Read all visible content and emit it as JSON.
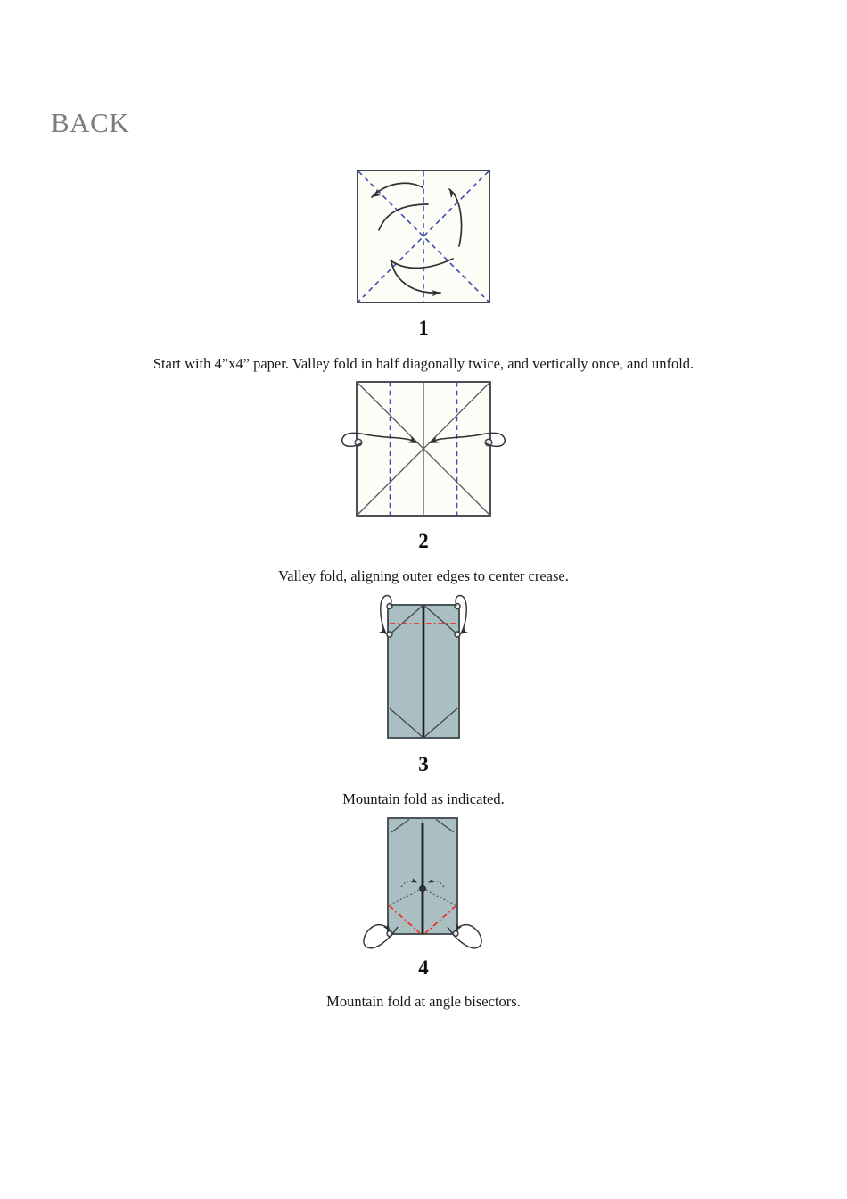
{
  "page": {
    "back_label": "BACK"
  },
  "colors": {
    "page-bg": "#ffffff",
    "paper": "#aabfc1",
    "paper-edge": "#3e4549",
    "center-line": "#1b1d1f",
    "crease": "#53585e",
    "valley-dash": "#3f4db4",
    "mountain-red": "#ee2f21",
    "arrow": "#2f3235",
    "back-link": "#7c7c7c",
    "ink": "#121212"
  },
  "steps": [
    {
      "number": "1",
      "caption": "Start with 4”x4” paper. Valley fold in half diagonally twice, and vertically once, and unfold."
    },
    {
      "number": "2",
      "caption": "Valley fold, aligning outer edges to center crease."
    },
    {
      "number": "3",
      "caption": "Mountain fold as indicated."
    },
    {
      "number": "4",
      "caption": "Mountain fold at angle bisectors."
    }
  ]
}
